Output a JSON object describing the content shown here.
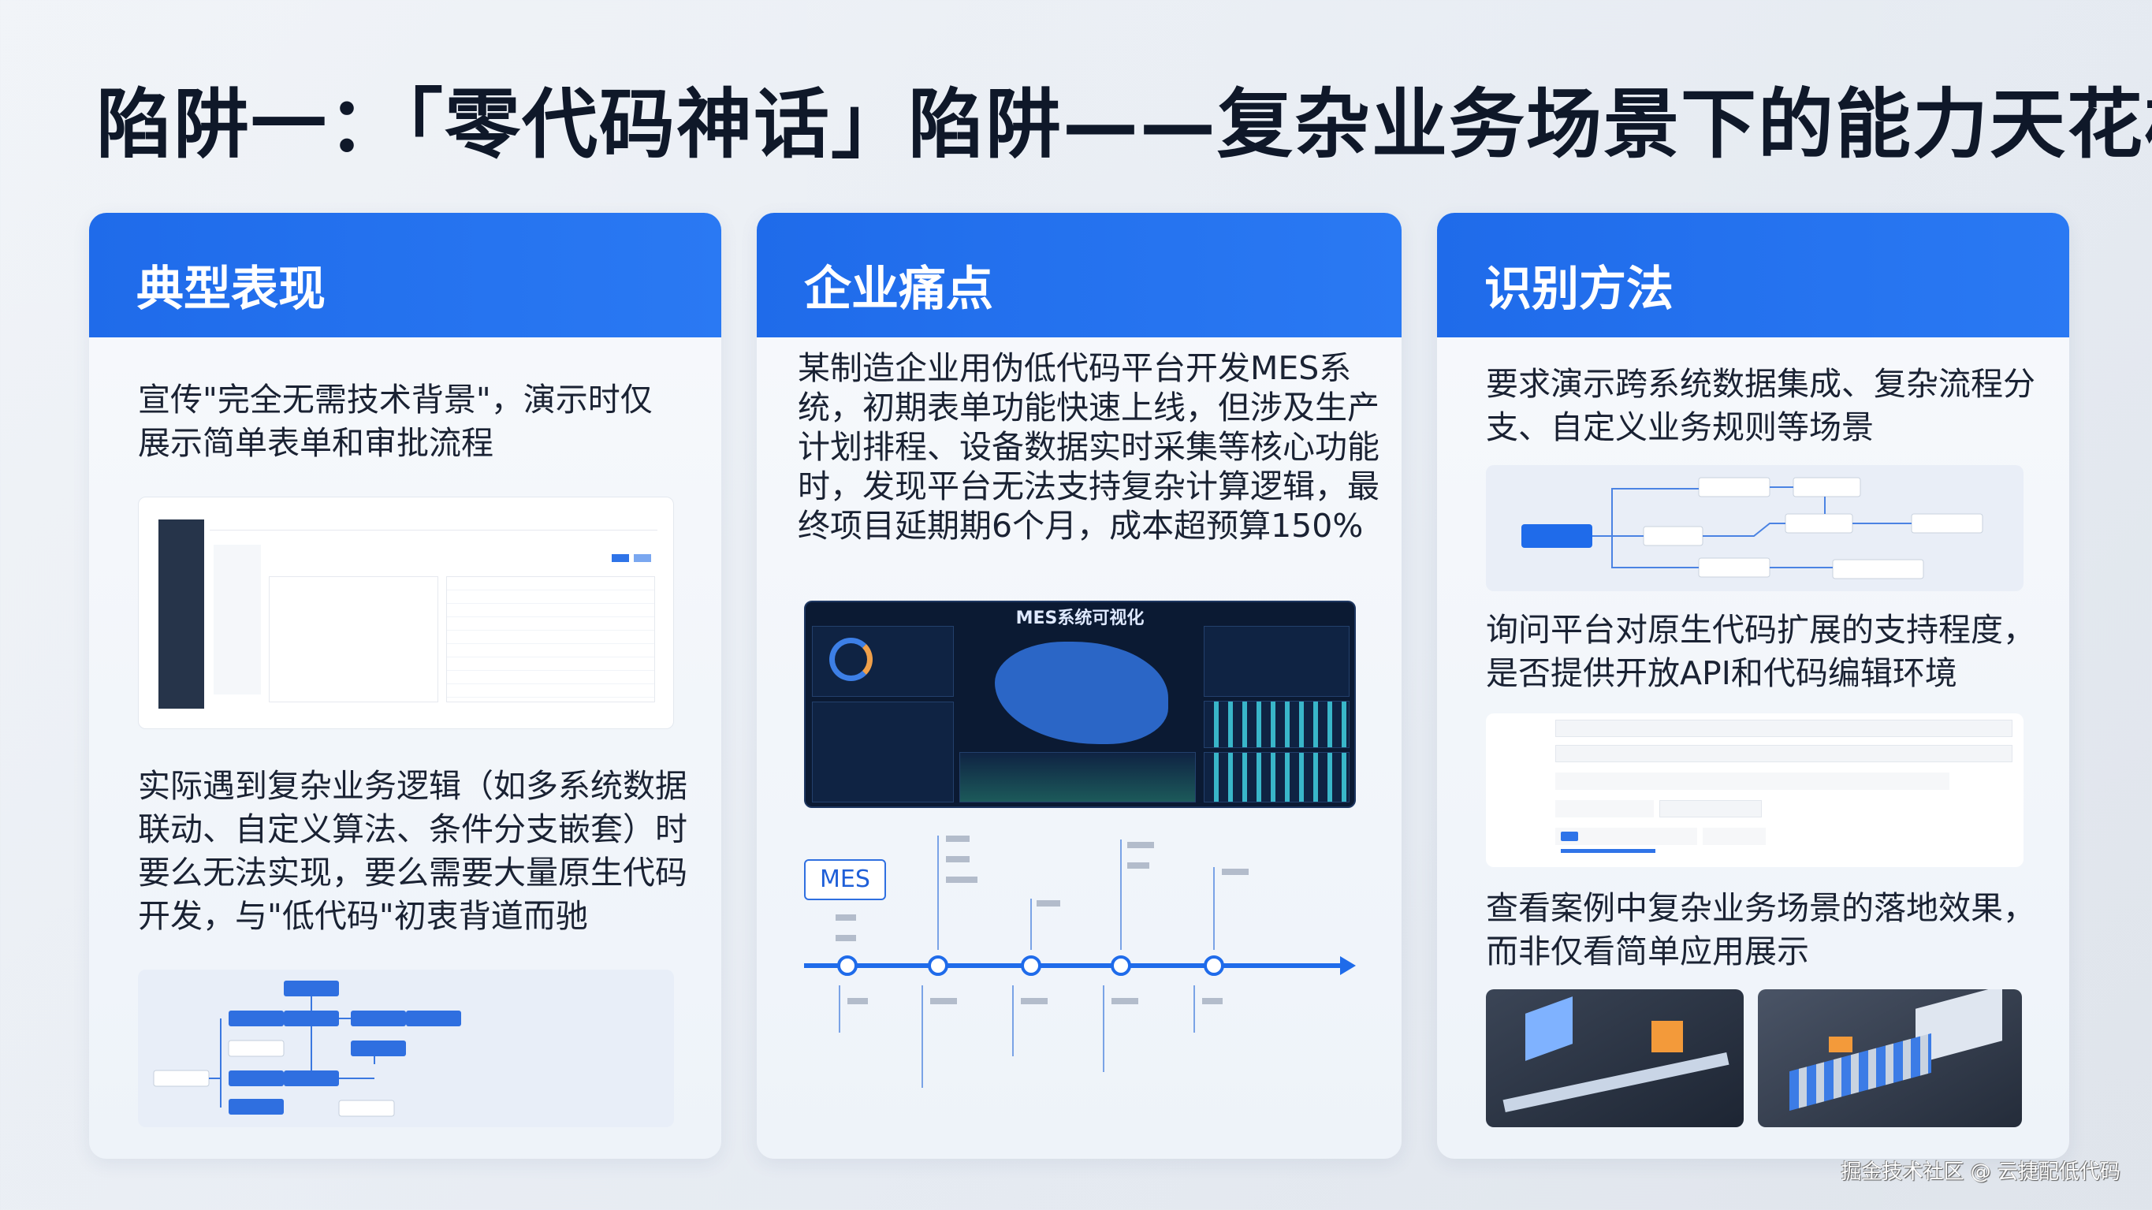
{
  "title": "陷阱一：「零代码神话」陷阱——复杂业务场景下的能力天花板",
  "cards": [
    {
      "header": "典型表现",
      "p1": "宣传\"完全无需技术背景\"，演示时仅展示简单表单和审批流程",
      "p2": "实际遇到复杂业务逻辑（如多系统数据联动、自定义算法、条件分支嵌套）时要么无法实现，要么需要大量原生代码开发，与\"低代码\"初衷背道而驰"
    },
    {
      "header": "企业痛点",
      "p1": "某制造企业用伪低代码平台开发MES系统，初期表单功能快速上线，但涉及生产计划排程、设备数据实时采集等核心功能时，发现平台无法支持复杂计算逻辑，最终项目延期期6个月，成本超预算150%",
      "dashboard_title": "MES系统可视化",
      "timeline_label": "MES"
    },
    {
      "header": "识别方法",
      "p1": "要求演示跨系统数据集成、复杂流程分支、自定义业务规则等场景",
      "p2": "询问平台对原生代码扩展的支持程度，是否提供开放API和代码编辑环境",
      "p3": "查看案例中复杂业务场景的落地效果，而非仅看简单应用展示"
    }
  ],
  "watermark": "掘金技术社区 @ 云捷配低代码",
  "colors": {
    "accent": "#1f6bea",
    "title": "#0f1829",
    "dashboard_bg": "#0b1a33"
  }
}
